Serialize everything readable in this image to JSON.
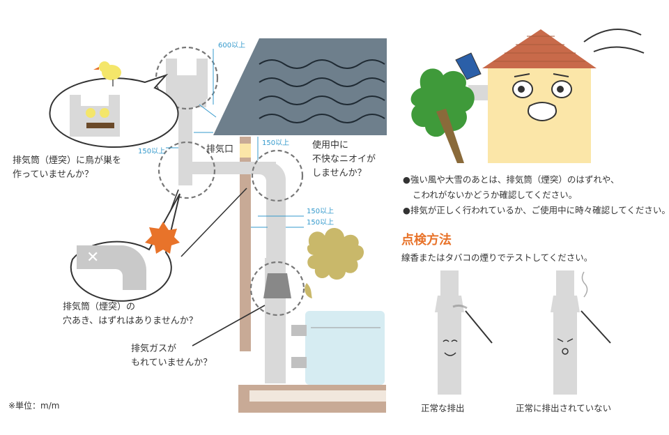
{
  "labels": {
    "dim_600": "600以上",
    "dim_150_left": "150以上",
    "dim_150_top": "150以上",
    "dim_150_right_a": "150以上",
    "dim_150_right_b": "150以上",
    "exhaust_port": "排気口",
    "bird_q_line1": "排気筒（煙突）に鳥が巣を",
    "bird_q_line2": "作っていませんか？",
    "smell_q_line1": "使用中に",
    "smell_q_line2": "不快なニオイが",
    "smell_q_line3": "しませんか？",
    "hole_q_line1": "排気筒（煙突）の",
    "hole_q_line2": "穴あき、はずれはありませんか？",
    "leak_q_line1": "排気ガスが",
    "leak_q_line2": "もれていませんか？",
    "unit_note": "※単位：m/m"
  },
  "notes": {
    "note1_line1": "●強い風や大雪のあとは、排気筒（煙突）のはずれや、",
    "note1_line2": "こわれがないかどうか確認してください。",
    "note2": "●排気が正しく行われているか、ご使用中に時々確認してください。"
  },
  "inspection": {
    "heading": "点検方法",
    "instruction": "線香またはタバコの煙りでテストしてください。",
    "normal_caption": "正常な排出",
    "abnormal_caption": "正常に排出されていない"
  },
  "colors": {
    "accent_orange": "#e8732a",
    "dim_blue": "#3399cc",
    "pipe_gray": "#d9d9d9",
    "roof_slate": "#6e7f8c",
    "wall_tan": "#c8aa96",
    "house_yellow": "#fbe6a8",
    "smoke_olive": "#c9b86a",
    "heater_blue": "#d6ecf2"
  }
}
